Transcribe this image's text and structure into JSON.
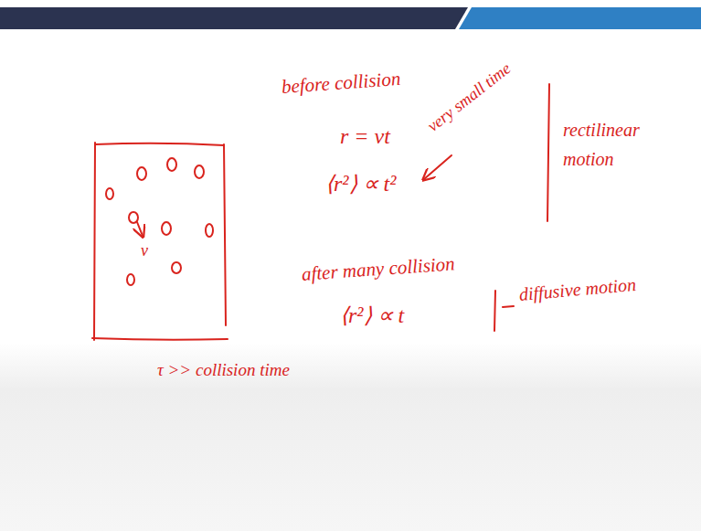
{
  "diagram": {
    "labels": [
      "before collision",
      "r = vt",
      "⟨r²⟩ ∝ t²",
      "very small time",
      "rectilinear motion",
      "after many collision",
      "⟨r²⟩ ∝ t",
      "diffusive motion",
      "τ >> collision time",
      "v"
    ]
  }
}
